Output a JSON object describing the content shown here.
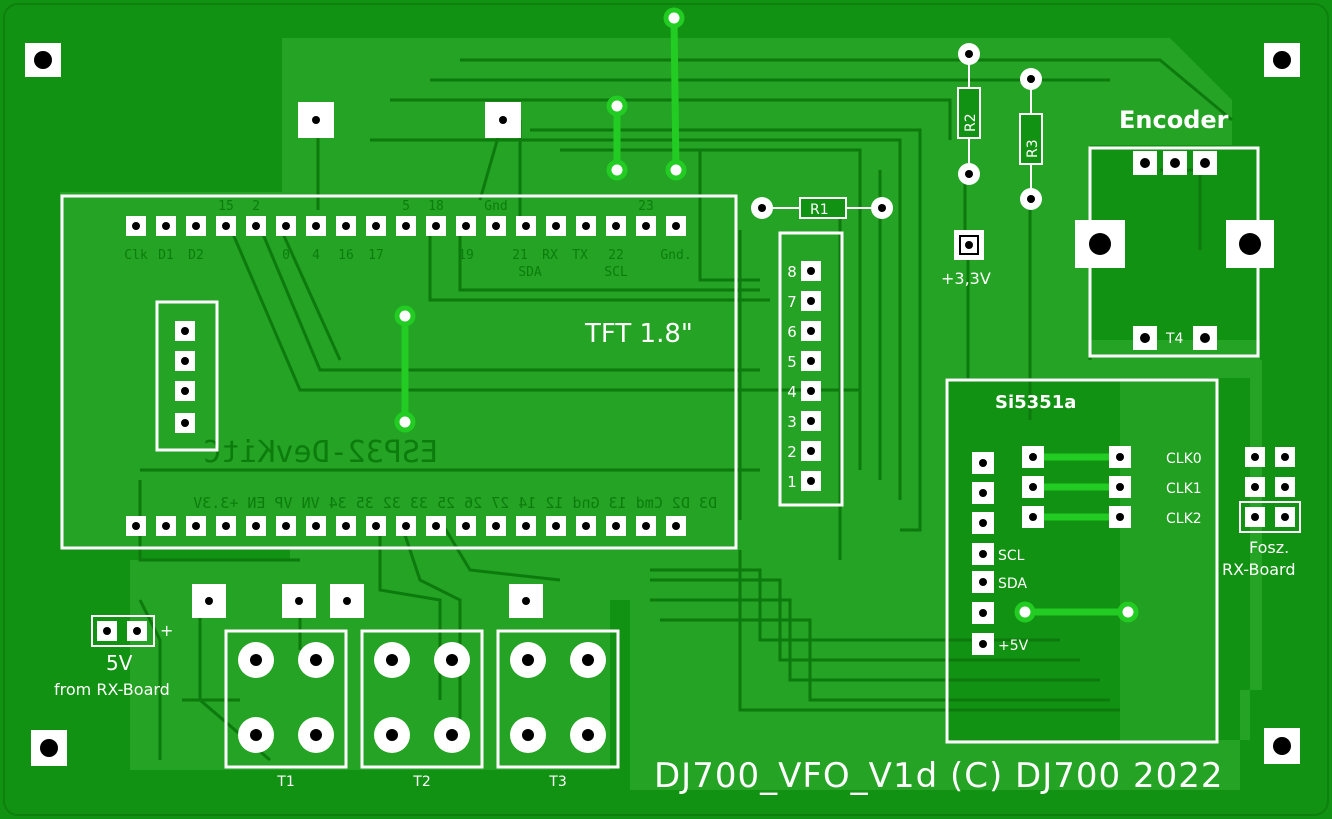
{
  "board": {
    "title": "DJ700_VFO_V1d (C) DJ700 2022",
    "colors": {
      "board": "#129212",
      "copper_pour": "#25a425",
      "trace": "#0d7a0d",
      "silkscreen": "#ffffff",
      "pad": "#ffffff",
      "drill": "#000000",
      "jumper": "#22cc22"
    }
  },
  "tft": {
    "label": "TFT 1.8\"",
    "module_label": "ESP32-DevKitC",
    "top_pin_labels_upper": [
      "2",
      "15",
      "5",
      "18",
      "Gnd",
      "23"
    ],
    "top_pin_labels_lower": [
      "Clk",
      "D1",
      "D2",
      "0",
      "4",
      "16",
      "17",
      "19",
      "21",
      "RX",
      "TX",
      "22",
      "Gnd."
    ],
    "top_pin_labels_bottom": [
      "SDA",
      "SCL"
    ],
    "bottom_pin_labels": "D3 D2 Cmd 13 Gnd 12 14 27 26 25 33 32 35 34 VN VP EN +3.3V"
  },
  "header_pins": [
    "8",
    "7",
    "6",
    "5",
    "4",
    "3",
    "2",
    "1"
  ],
  "resistors": [
    "R1",
    "R2",
    "R3"
  ],
  "encoder": {
    "label": "Encoder",
    "switch": "T4"
  },
  "si5351": {
    "label": "Si5351a",
    "clocks": [
      "CLK0",
      "CLK1",
      "CLK2"
    ],
    "pins": [
      "SCL",
      "SDA",
      "+5V"
    ]
  },
  "osc_connector": {
    "line1": "Fosz.",
    "line2": "RX-Board"
  },
  "power": {
    "v33": "+3,3V",
    "v5": "5V",
    "v5_from": "from RX-Board",
    "plus": "+"
  },
  "transistors": [
    "T1",
    "T2",
    "T3"
  ]
}
